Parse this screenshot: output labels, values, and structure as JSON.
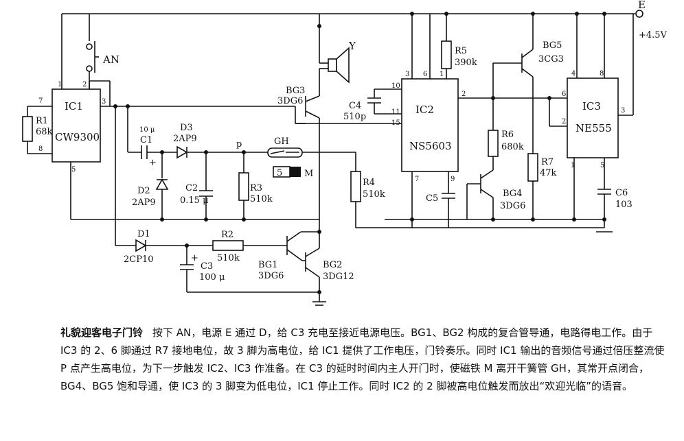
{
  "power": {
    "node": "E",
    "voltage": "+4.5V"
  },
  "switch": {
    "label": "AN"
  },
  "ic1": {
    "name": "IC1",
    "part": "CW9300",
    "pins": {
      "p1": "1",
      "p2": "2",
      "p3": "3",
      "p5": "5",
      "p7": "7",
      "p8": "8"
    }
  },
  "ic2": {
    "name": "IC2",
    "part": "NS5603",
    "pins": {
      "p3": "3",
      "p6": "6",
      "p1": "1",
      "p10": "10",
      "p11": "11",
      "p15": "15",
      "p2": "2",
      "p7": "7",
      "p9": "9"
    }
  },
  "ic3": {
    "name": "IC3",
    "part": "NE555",
    "pins": {
      "p4": "4",
      "p8": "8",
      "p6": "6",
      "p2": "2",
      "p3": "3",
      "p1": "1",
      "p5": "5"
    }
  },
  "components": {
    "r1": {
      "name": "R1",
      "value": "68k"
    },
    "r2": {
      "name": "R2",
      "value": "510k"
    },
    "r3": {
      "name": "R3",
      "value": "510k"
    },
    "r4": {
      "name": "R4",
      "value": "510k"
    },
    "r5": {
      "name": "R5",
      "value": "390k"
    },
    "r6": {
      "name": "R6",
      "value": "680k"
    },
    "r7": {
      "name": "R7",
      "value": "47k"
    },
    "c1": {
      "name": "C1",
      "value": "10 μ"
    },
    "c2": {
      "name": "C2",
      "value": "0.15 μ"
    },
    "c3": {
      "name": "C3",
      "value": "100 μ"
    },
    "c4": {
      "name": "C4",
      "value": "510p"
    },
    "c5": {
      "name": "C5"
    },
    "c6": {
      "name": "C6",
      "value": "103"
    },
    "d1": {
      "name": "D1",
      "part": "2CP10"
    },
    "d2": {
      "name": "D2",
      "part": "2AP9"
    },
    "d3": {
      "name": "D3",
      "part": "2AP9"
    },
    "bg1": {
      "name": "BG1",
      "part": "3DG6"
    },
    "bg2": {
      "name": "BG2",
      "part": "3DG12"
    },
    "bg3": {
      "name": "BG3",
      "part": "3DG6"
    },
    "bg4": {
      "name": "BG4",
      "part": "3DG6"
    },
    "bg5": {
      "name": "BG5",
      "part": "3CG3"
    },
    "speaker": {
      "name": "Y"
    },
    "reed": {
      "name": "GH"
    },
    "magnet": {
      "name": "M",
      "mark": "5"
    },
    "node_p": {
      "name": "p"
    },
    "plus": "+"
  },
  "caption": {
    "title": "礼貌迎客电子门铃",
    "body": "按下 AN，电源 E 通过 D，给 C3 充电至接近电源电压。BG1、BG2 构成的复合管导通，电路得电工作。由于 IC3 的 2、6 脚通过 R7 接地电位，故 3 脚为高电位，给 IC1 提供了工作电压，门铃奏乐。同时 IC1 输出的音频信号通过倍压整流使 P 点产生高电位，为下一步触发 IC2、IC3 作准备。在 C3 的延时时间内主人开门时，使磁铁 M 离开干簧管 GH，其常开点闭合，BG4、BG5 饱和导通，使 IC3 的 3 脚变为低电位，IC1 停止工作。同时 IC2 的 2 脚被高电位触发而放出“欢迎光临”的语音。"
  }
}
